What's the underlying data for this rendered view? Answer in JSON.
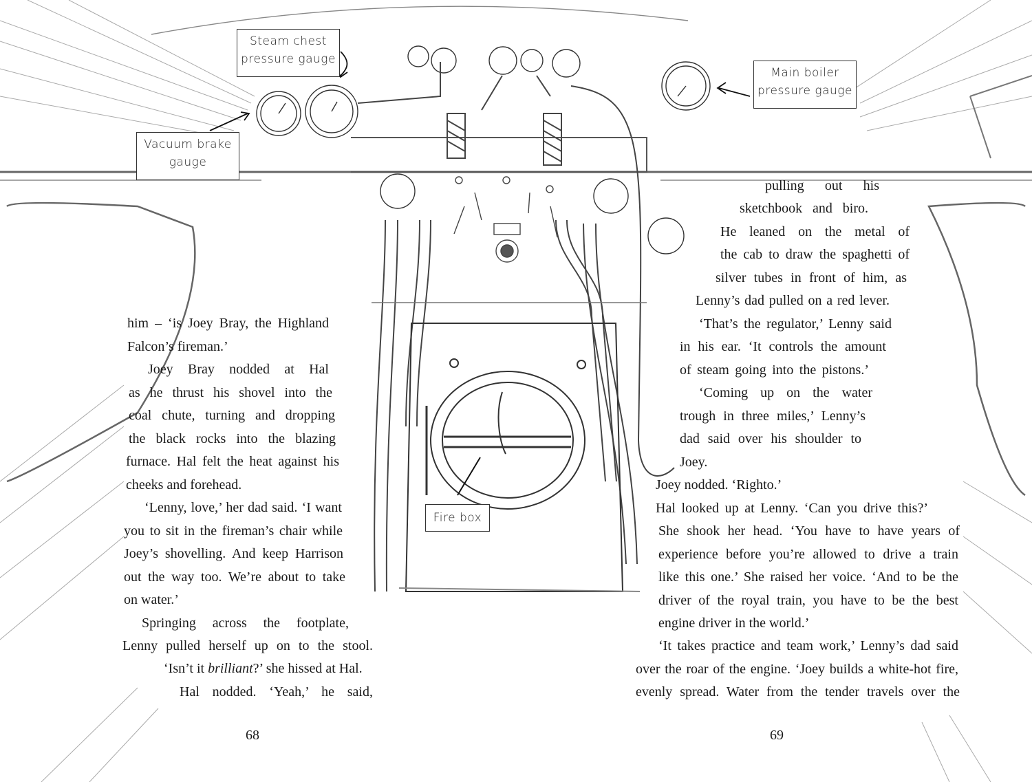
{
  "illustration_labels": {
    "steam_chest": [
      "Steam chest",
      "pressure gauge"
    ],
    "vacuum_brake": [
      "Vacuum brake",
      "gauge"
    ],
    "main_boiler": [
      "Main boiler",
      "pressure gauge"
    ],
    "fire_box": "Fire box"
  },
  "left_page": {
    "page_number": "68",
    "lines": [
      "him – ‘is Joey Bray, the Highland",
      "Falcon’s fireman.’",
      "Joey Bray nodded at Hal",
      "as he thrust his shovel into the",
      "coal chute, turning and dropping",
      "the black rocks into the blazing",
      "furnace. Hal felt the heat against his",
      "cheeks and forehead.",
      "‘Lenny, love,’ her dad said. ‘I want",
      "you to sit in the fireman’s chair while",
      "Joey’s shovelling. And keep Harrison",
      "out the way too. We’re about to take",
      "on water.’",
      "Springing across the footplate,",
      "Lenny pulled herself up on to the stool.",
      "",
      "Hal nodded. ‘Yeah,’ he said,"
    ],
    "italic_line": {
      "before": "‘Isn’t it ",
      "italic": "brilliant",
      "after": "?’ she hissed at Hal."
    }
  },
  "right_page": {
    "page_number": "69",
    "lines": [
      "pulling out his",
      "sketchbook and biro.",
      "He leaned on the metal of",
      "the cab to draw the spaghetti of",
      "silver tubes in front of him, as",
      "Lenny’s dad pulled on a red lever.",
      "‘That’s the regulator,’ Lenny said",
      "in his ear. ‘It controls the amount",
      "of steam going into the pistons.’",
      "‘Coming up on the water",
      "trough in three miles,’ Lenny’s",
      "dad said over his shoulder to",
      "Joey.",
      "Joey nodded. ‘Righto.’",
      "Hal looked up at Lenny. ‘Can you drive this?’",
      "She shook her head. ‘You have to have years of",
      "experience before you’re allowed to drive a train",
      "like this one.’ She raised her voice. ‘And to be the",
      "driver of the royal train, you have to be the best",
      "engine driver in the world.’",
      "‘It takes practice and team work,’ Lenny’s dad said",
      "over the roar of the engine. ‘Joey builds a white-hot fire,",
      "evenly spread. Water from the tender travels over the"
    ]
  }
}
